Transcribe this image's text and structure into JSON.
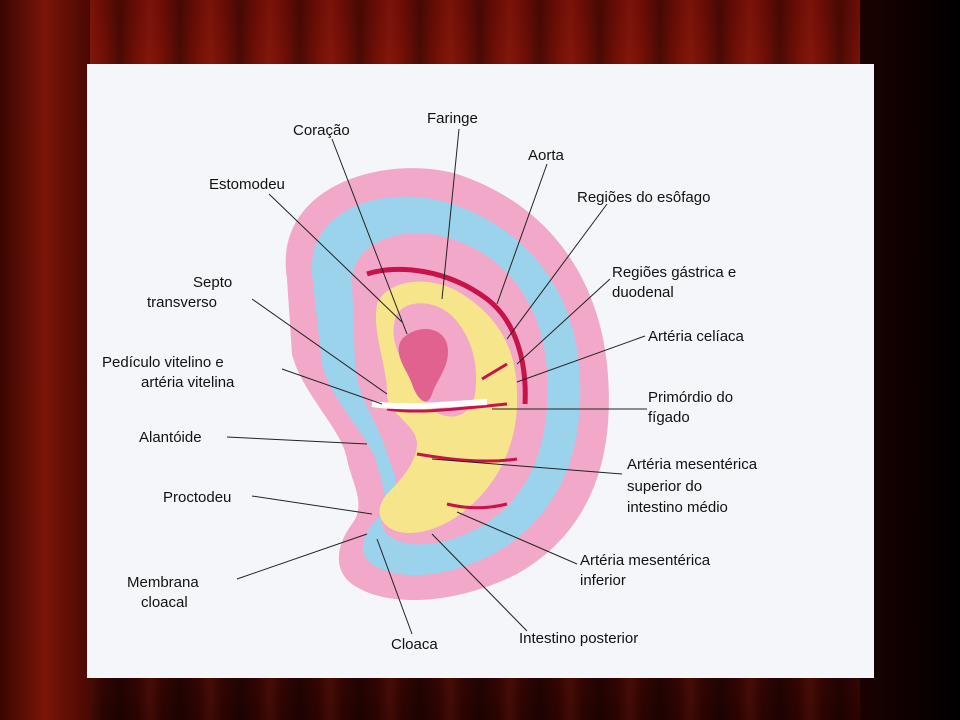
{
  "labels": {
    "coracao": "Coração",
    "faringe": "Faringe",
    "aorta": "Aorta",
    "estomodeu": "Estomodeu",
    "regioes_esofago": "Regiões do esôfago",
    "septo_1": "Septo",
    "septo_2": "transverso",
    "gastrica_1": "Regiões gástrica e",
    "gastrica_2": "duodenal",
    "arteria_celiaca": "Artéria celíaca",
    "pediculo_1": "Pedículo vitelino e",
    "pediculo_2": "artéria vitelina",
    "primordio_1": "Primórdio do",
    "primordio_2": "fígado",
    "alantoide": "Alantóide",
    "mesenterica_sup_1": "Artéria mesentérica",
    "mesenterica_sup_2": "superior do",
    "mesenterica_sup_3": "intestino médio",
    "proctodeu": "Proctodeu",
    "mesenterica_inf_1": "Artéria mesentérica",
    "mesenterica_inf_2": "inferior",
    "membrana_1": "Membrana",
    "membrana_2": "cloacal",
    "intestino_posterior": "Intestino posterior",
    "cloaca": "Cloaca"
  },
  "colors": {
    "amnion_pink": "#f2a8c8",
    "mesoderm_blue": "#9cd3ec",
    "endoderm_yellow": "#f6e58a",
    "vessel_red": "#c8124a",
    "heart_pink": "#e2628f"
  }
}
